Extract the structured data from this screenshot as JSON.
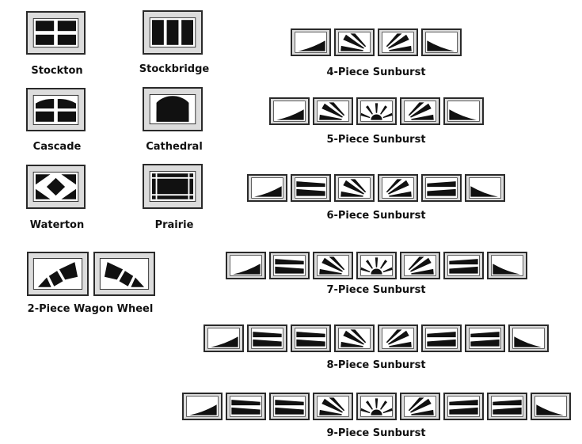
{
  "styles": [
    {
      "name": "Stockton"
    },
    {
      "name": "Stockbridge"
    },
    {
      "name": "Cascade"
    },
    {
      "name": "Cathedral"
    },
    {
      "name": "Waterton"
    },
    {
      "name": "Prairie"
    },
    {
      "name": "2-Piece Wagon Wheel"
    }
  ],
  "sunbursts": [
    {
      "name": "4-Piece Sunburst",
      "pieces": 4
    },
    {
      "name": "5-Piece Sunburst",
      "pieces": 5
    },
    {
      "name": "6-Piece Sunburst",
      "pieces": 6
    },
    {
      "name": "7-Piece Sunburst",
      "pieces": 7
    },
    {
      "name": "8-Piece Sunburst",
      "pieces": 8
    },
    {
      "name": "9-Piece Sunburst",
      "pieces": 9
    }
  ],
  "colors": {
    "frame": "#2a2a2a",
    "glass": "#dcdcdc",
    "insert": "#111111"
  }
}
